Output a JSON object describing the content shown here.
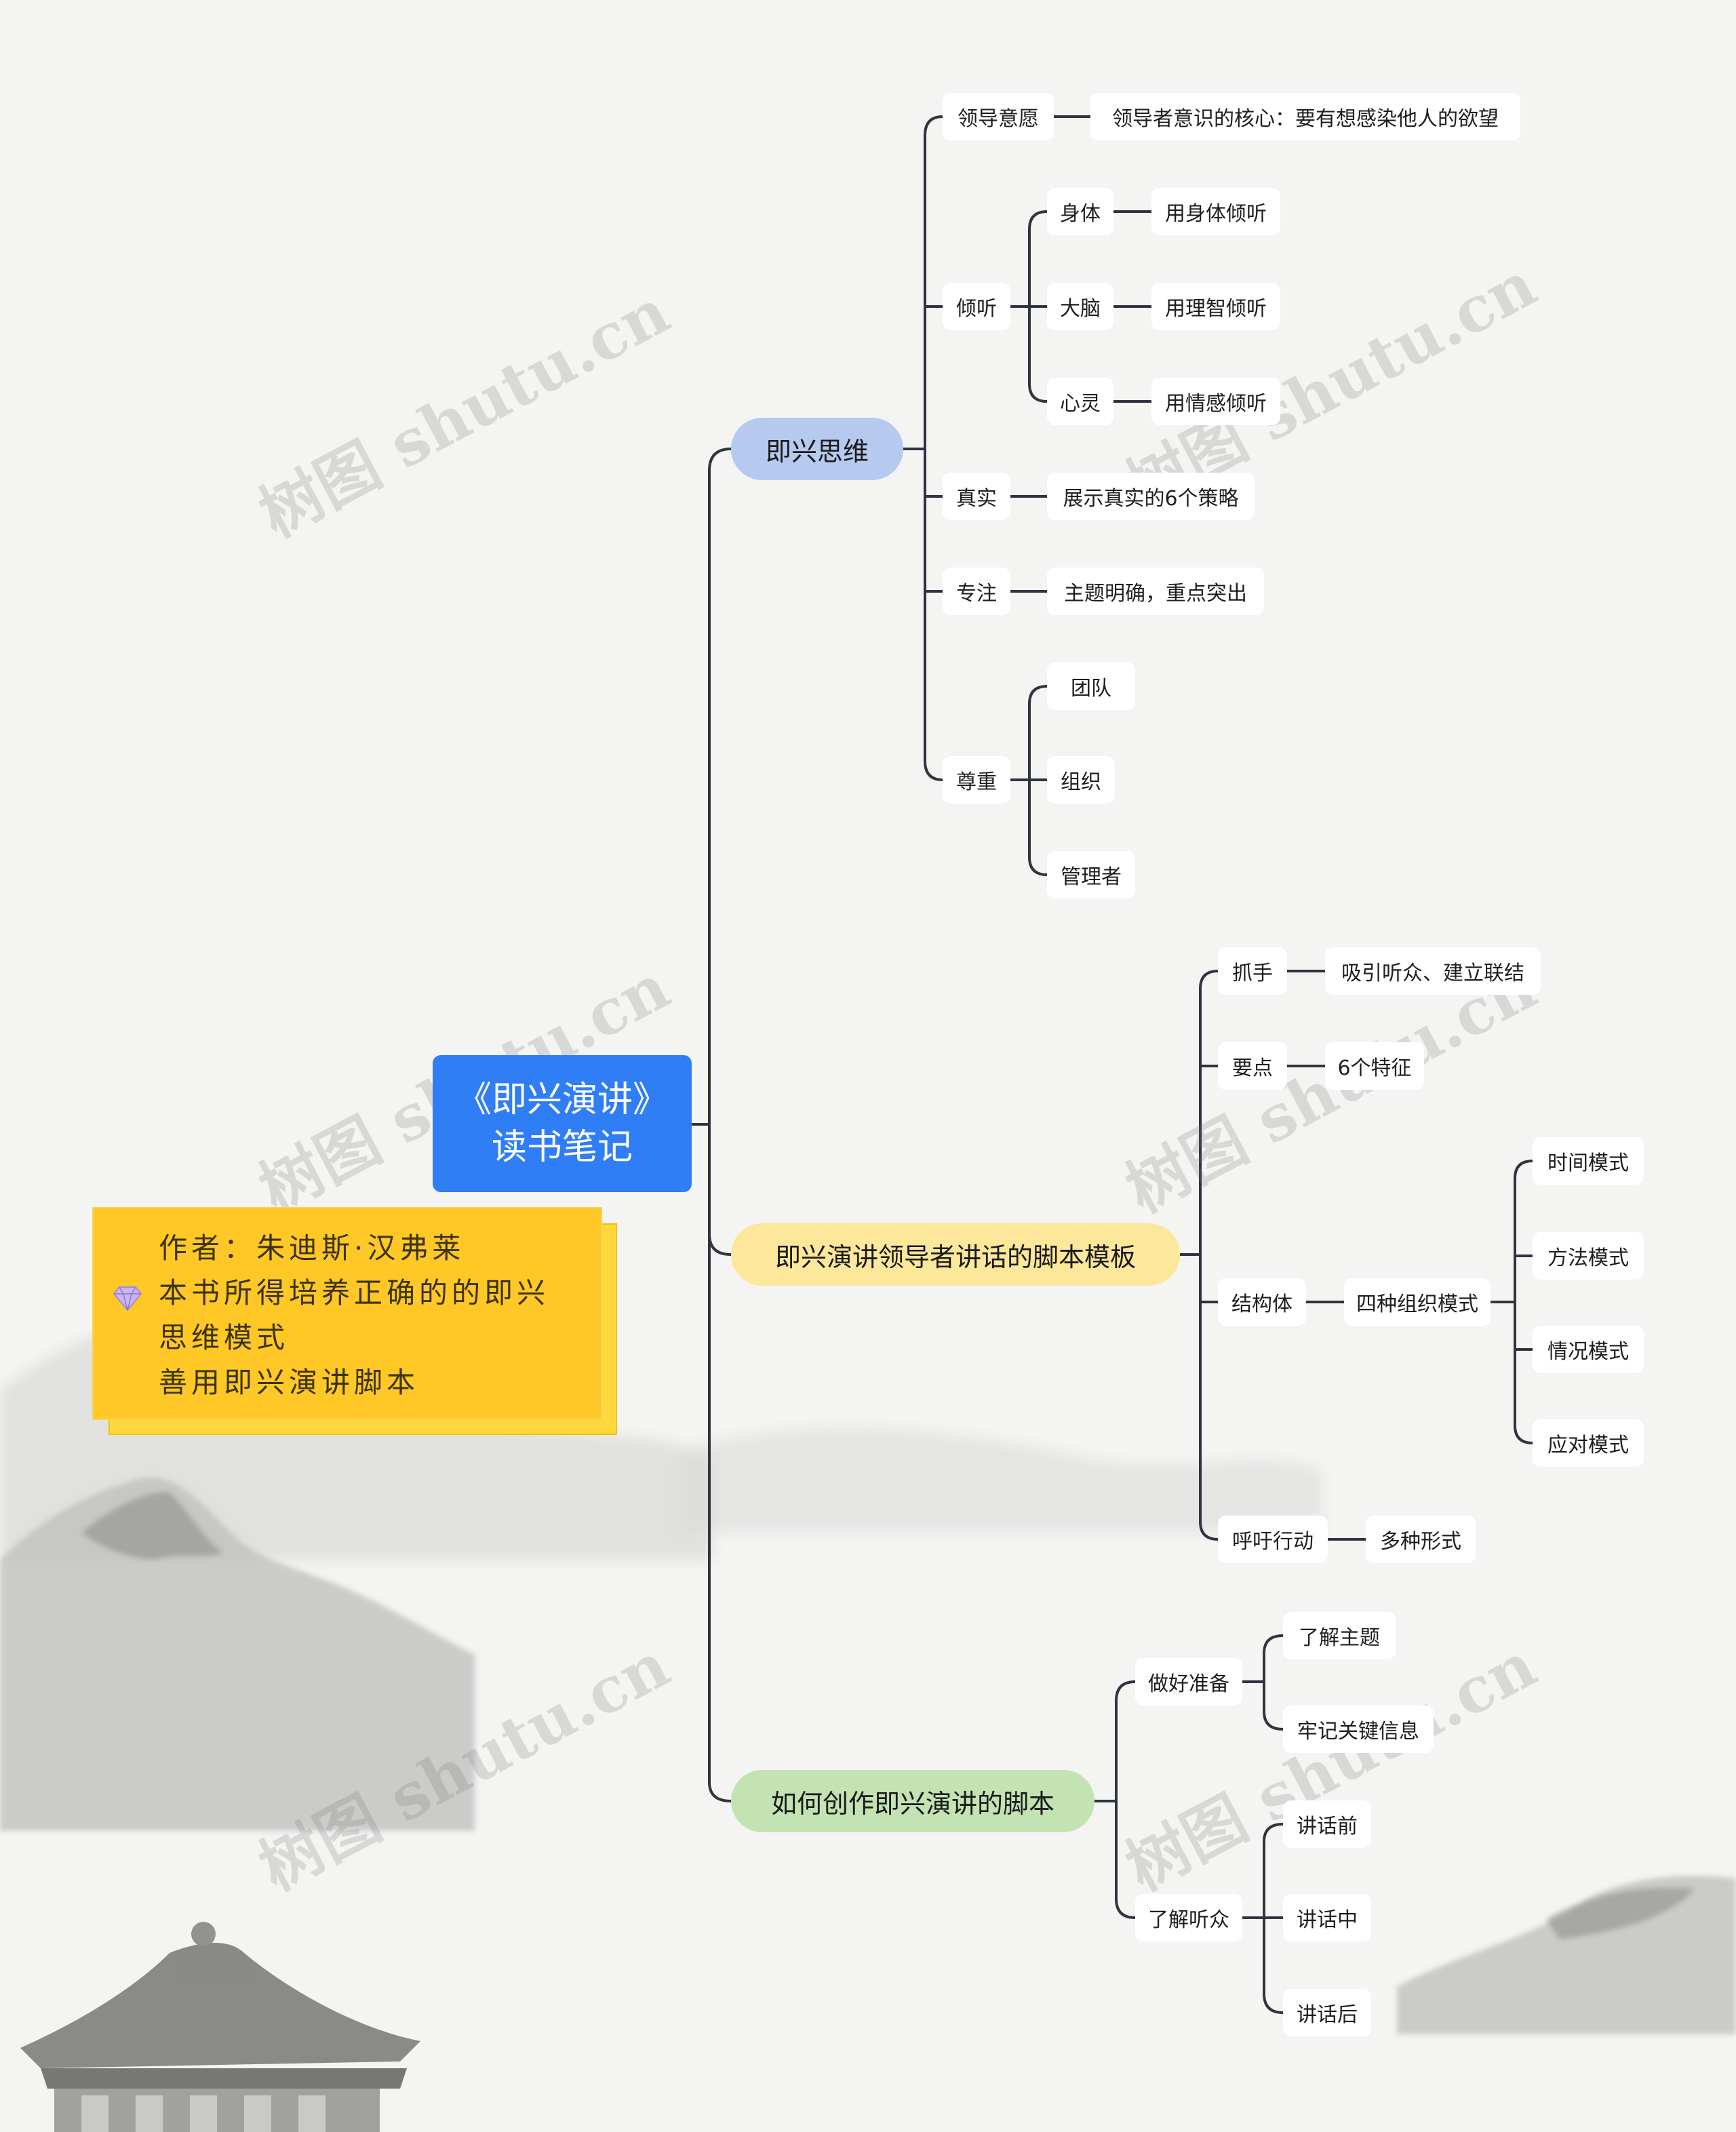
{
  "root": {
    "line1": "《即兴演讲》",
    "line2": "读书笔记"
  },
  "note": {
    "line1": "作者：朱迪斯·汉弗莱",
    "line2": "本书所得培养正确的的即兴",
    "line3": "思维模式",
    "line4": "善用即兴演讲脚本"
  },
  "branches": {
    "b1": "即兴思维",
    "b2": "即兴演讲领导者讲话的脚本模板",
    "b3": "如何创作即兴演讲的脚本"
  },
  "b1": {
    "lingdao": "领导意愿",
    "lingdao_detail": "领导者意识的核心：要有想感染他人的欲望",
    "qingting": "倾听",
    "shenti": "身体",
    "shenti_detail": "用身体倾听",
    "danao": "大脑",
    "danao_detail": "用理智倾听",
    "xinling": "心灵",
    "xinling_detail": "用情感倾听",
    "zhenshi": "真实",
    "zhenshi_detail": "展示真实的6个策略",
    "zhuanzhu": "专注",
    "zhuanzhu_detail": "主题明确，重点突出",
    "zunzhong": "尊重",
    "tuandui": "团队",
    "zuzhi": "组织",
    "guanlizhe": "管理者"
  },
  "b2": {
    "zhuashou": "抓手",
    "zhuashou_detail": "吸引听众、建立联结",
    "yaodian": "要点",
    "yaodian_detail": "6个特征",
    "jiegouti": "结构体",
    "sizhong": "四种组织模式",
    "shijian": "时间模式",
    "fangfa": "方法模式",
    "qingkuang": "情况模式",
    "yingdui": "应对模式",
    "huyu": "呼吁行动",
    "huyu_detail": "多种形式"
  },
  "b3": {
    "zhunbei": "做好准备",
    "liaojie_zhuti": "了解主题",
    "laoji": "牢记关键信息",
    "tingzhong": "了解听众",
    "qian": "讲话前",
    "zhong": "讲话中",
    "hou": "讲话后"
  },
  "watermark": "树图 shutu.cn",
  "colors": {
    "root": "#2f7ef5",
    "branch1": "#b6c9ee",
    "branch2": "#fde79a",
    "branch3": "#c3e3b3",
    "note": "#ffc826",
    "line": "#2f3440"
  }
}
